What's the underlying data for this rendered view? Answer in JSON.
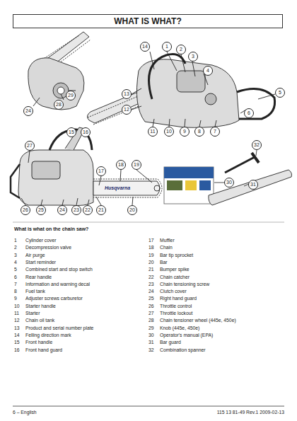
{
  "diagram": {
    "title": "WHAT IS WHAT?",
    "labels": [
      "24",
      "28",
      "29",
      "14",
      "1",
      "2",
      "3",
      "4",
      "5",
      "6",
      "7",
      "8",
      "9",
      "10",
      "11",
      "12",
      "13",
      "15",
      "16",
      "27",
      "17",
      "18",
      "19",
      "32",
      "30",
      "31",
      "26",
      "25",
      "24",
      "23",
      "22",
      "21",
      "20",
      "Husqvarna",
      "What is what on the chain saw?",
      "1",
      "Cylinder cover",
      "2",
      "Decompression valve",
      "3",
      "Air purge",
      "4",
      "Start reminder",
      "5",
      "Combined start and stop switch",
      "6",
      "Rear handle",
      "7",
      "Information and warning decal",
      "8",
      "Fuel tank",
      "9",
      "Adjuster screws carburetor",
      "10",
      "Starter handle",
      "11",
      "Starter",
      "12",
      "Chain oil tank",
      "13",
      "Product and serial number plate",
      "14",
      "Felling direction mark",
      "15",
      "Front handle",
      "16",
      "Front hand guard",
      "17",
      "Muffler",
      "18",
      "Chain",
      "19",
      "Bar tip sprocket",
      "20",
      "Bar",
      "21",
      "Bumper spike",
      "22",
      "Chain catcher",
      "23",
      "Chain tensioning screw",
      "24",
      "Clutch cover",
      "25",
      "Right hand guard",
      "26",
      "Throttle control",
      "27",
      "Throttle lockout",
      "28",
      "Chain tensioner wheel (445e, 450e)",
      "29",
      "Knob (445e, 450e)",
      "30",
      "Operator's manual (EPA)",
      "31",
      "Bar guard",
      "32",
      "Combination spanner",
      "6 – English",
      "115 13 81-49 Rev.1 2009-02-13"
    ]
  }
}
